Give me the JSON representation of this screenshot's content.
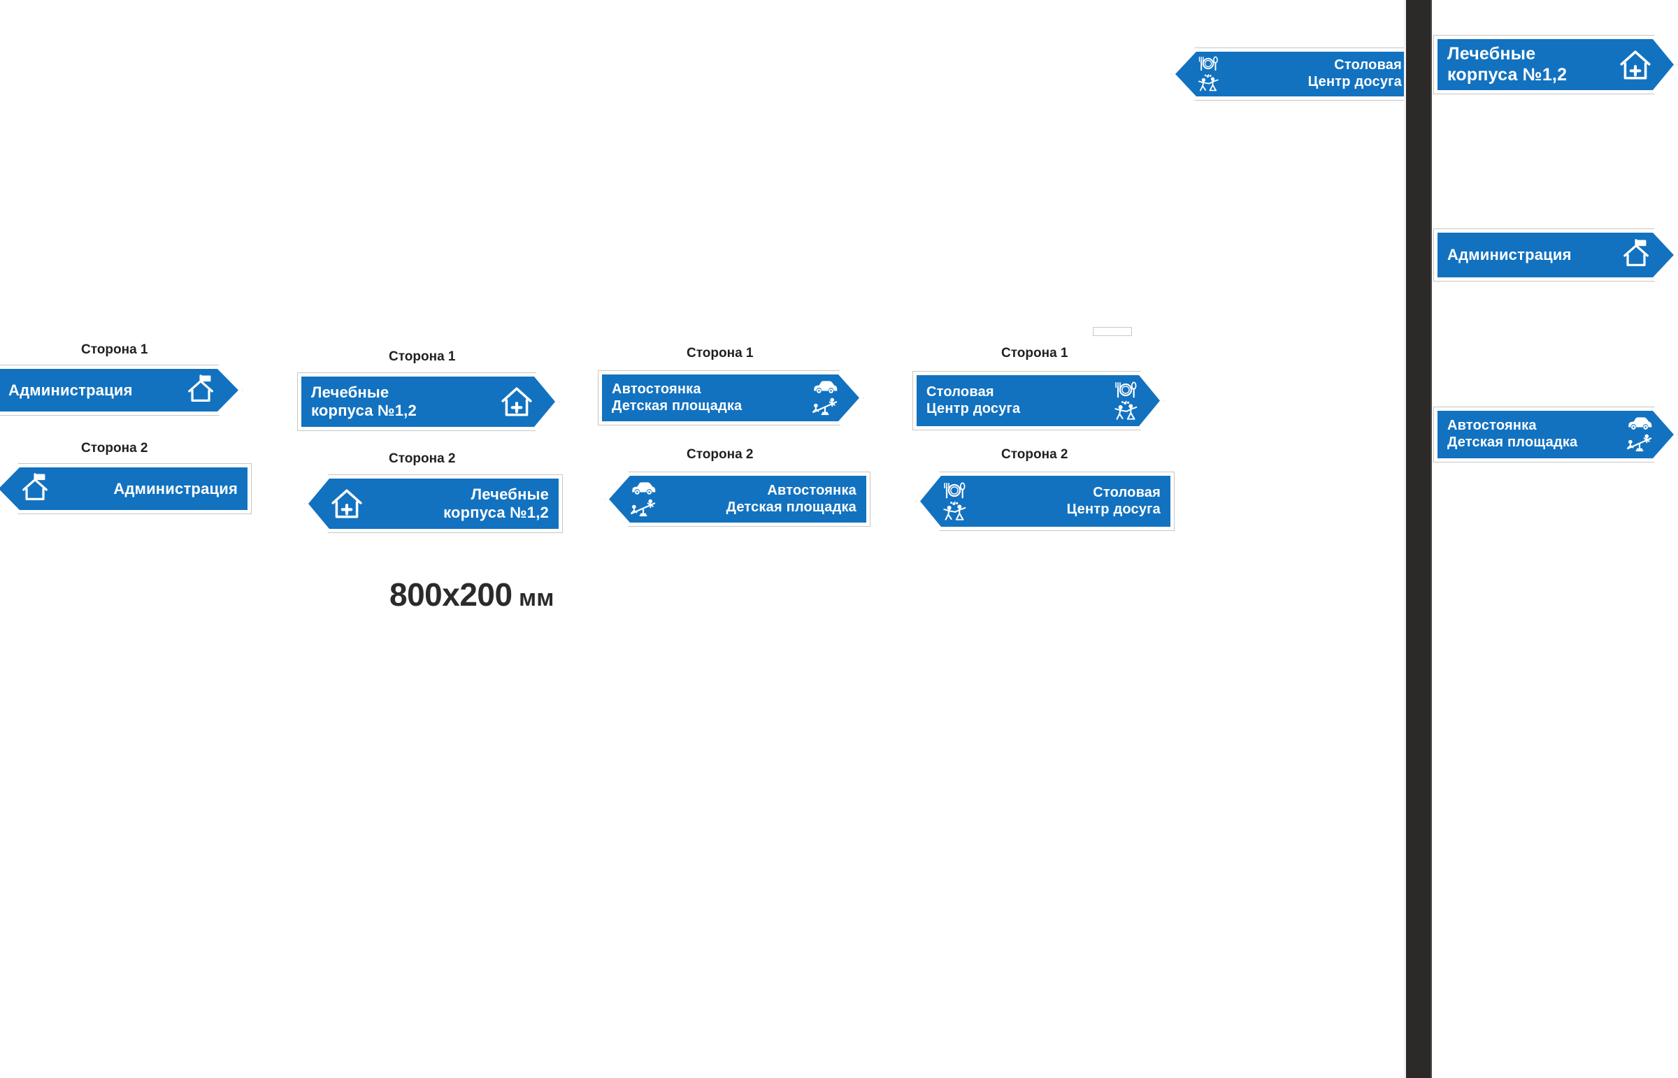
{
  "page": {
    "background_color": "#ffffff",
    "sign_blue": "#1272c0",
    "sign_border": "#c9c6c2",
    "pole_color": "#2b2a28",
    "dimension_number": "800x200",
    "dimension_unit": " мм"
  },
  "captions": {
    "side1": "Сторона 1",
    "side2": "Сторона 2"
  },
  "groups": [
    {
      "id": "administration",
      "side1_caption": "Сторона 1",
      "side2_caption": "Сторона 2",
      "lines": [
        "Администрация"
      ],
      "icons": [
        "administration-house-flag-icon"
      ]
    },
    {
      "id": "medical-buildings",
      "side1_caption": "Сторона 1",
      "side2_caption": "Сторона 2",
      "lines": [
        "Лечебные",
        "корпуса №1,2"
      ],
      "icons": [
        "hospital-house-cross-icon"
      ]
    },
    {
      "id": "parking-playground",
      "side1_caption": "Сторона 1",
      "side2_caption": "Сторона 2",
      "lines": [
        "Автостоянка",
        "Детская площадка"
      ],
      "icons": [
        "car-icon",
        "seesaw-playground-icon"
      ]
    },
    {
      "id": "canteen-leisure",
      "side1_caption": "Сторона 1",
      "side2_caption": "Сторона 2",
      "lines": [
        "Столовая",
        "Центр досуга"
      ],
      "icons": [
        "cutlery-plate-icon",
        "dancing-people-icon"
      ]
    }
  ],
  "pole_signs": [
    {
      "id": "pole-canteen-left",
      "direction": "left",
      "lines": [
        "Столовая",
        "Центр досуга"
      ],
      "icons": [
        "cutlery-plate-icon",
        "dancing-people-icon"
      ]
    },
    {
      "id": "pole-medical-right",
      "direction": "right",
      "lines": [
        "Лечебные",
        "корпуса №1,2"
      ],
      "icons": [
        "hospital-house-cross-icon"
      ]
    },
    {
      "id": "pole-administration-right",
      "direction": "right",
      "lines": [
        "Администрация"
      ],
      "icons": [
        "administration-house-flag-icon"
      ]
    },
    {
      "id": "pole-parking-right",
      "direction": "right",
      "lines": [
        "Автостоянка",
        "Детская площадка"
      ],
      "icons": [
        "car-icon",
        "seesaw-playground-icon"
      ]
    }
  ]
}
